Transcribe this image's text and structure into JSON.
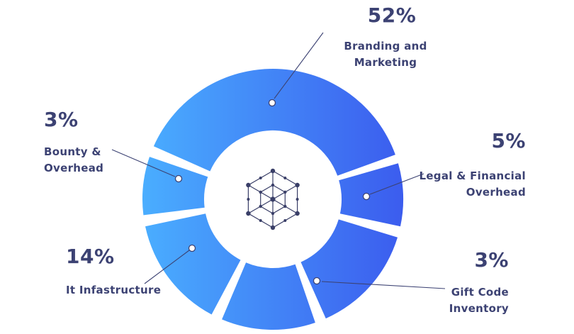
{
  "chart_data": {
    "type": "pie",
    "subtype": "donut",
    "title": "",
    "categories": [
      "Branding and Marketing",
      "Legal & Financial Overhead",
      "Gift Code Inventory",
      "It Infastructure",
      "Bounty & Overhead"
    ],
    "values": [
      52,
      5,
      3,
      14,
      3
    ],
    "unit": "%",
    "legend_position": "callouts-around-donut",
    "colors": {
      "gradient_start": "#4AAFFF",
      "gradient_end": "#3B5BEE",
      "text": "#3C4273",
      "line": "#3C4273",
      "logo": "#3A3F68"
    },
    "segments": [
      {
        "id": "branding",
        "start": 294,
        "end": 430
      },
      {
        "id": "legal",
        "start": 74,
        "end": 102
      },
      {
        "id": "gift",
        "start": 107,
        "end": 156
      },
      {
        "id": "bottom-unlabeled",
        "start": 161,
        "end": 203
      },
      {
        "id": "it",
        "start": 208,
        "end": 258
      },
      {
        "id": "bounty",
        "start": 263,
        "end": 289
      }
    ]
  },
  "callouts": {
    "branding": {
      "pct": "52%",
      "line1": "Branding and",
      "line2": "Marketing"
    },
    "bounty": {
      "pct": "3%",
      "line1": "Bounty &",
      "line2": "Overhead"
    },
    "legal": {
      "pct": "5%",
      "line1": "Legal & Financial",
      "line2": "Overhead"
    },
    "it": {
      "pct": "14%",
      "line1": "It Infastructure",
      "line2": ""
    },
    "gift": {
      "pct": "3%",
      "line1": "Gift Code",
      "line2": "Inventory"
    }
  }
}
